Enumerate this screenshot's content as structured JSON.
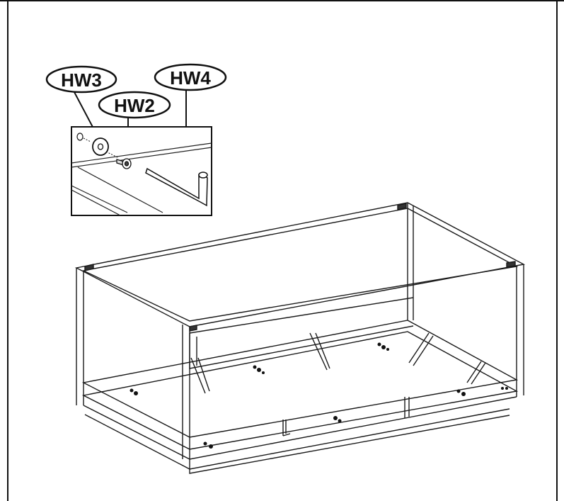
{
  "callouts": {
    "hw3": "HW3",
    "hw2": "HW2",
    "hw4": "HW4"
  },
  "colors": {
    "line": "#1a1a1a",
    "panel_border": "#111111",
    "background": "#ffffff"
  },
  "icons": [
    "washer-icon",
    "bolt-icon",
    "allen-key-icon",
    "frame-drawing"
  ]
}
